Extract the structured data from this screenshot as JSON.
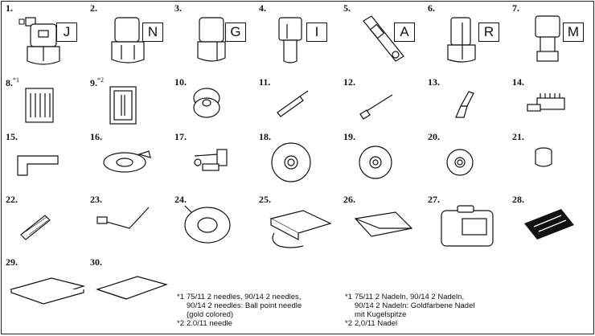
{
  "items": [
    {
      "num": "1.",
      "mark": "",
      "letter": "J",
      "icon": "zigzag-foot"
    },
    {
      "num": "2.",
      "mark": "",
      "letter": "N",
      "icon": "monogramming-foot"
    },
    {
      "num": "3.",
      "mark": "",
      "letter": "G",
      "icon": "overcasting-foot"
    },
    {
      "num": "4.",
      "mark": "",
      "letter": "I",
      "icon": "zipper-foot"
    },
    {
      "num": "5.",
      "mark": "",
      "letter": "A",
      "icon": "buttonhole-foot"
    },
    {
      "num": "6.",
      "mark": "",
      "letter": "R",
      "icon": "blind-stitch-foot"
    },
    {
      "num": "7.",
      "mark": "",
      "letter": "M",
      "icon": "button-sewing-foot"
    },
    {
      "num": "8.",
      "mark": "*1",
      "letter": "",
      "icon": "needle-set"
    },
    {
      "num": "9.",
      "mark": "*2",
      "letter": "",
      "icon": "twin-needle"
    },
    {
      "num": "10.",
      "mark": "",
      "letter": "",
      "icon": "bobbin"
    },
    {
      "num": "11.",
      "mark": "",
      "letter": "",
      "icon": "seam-ripper"
    },
    {
      "num": "12.",
      "mark": "",
      "letter": "",
      "icon": "cleaning-brush"
    },
    {
      "num": "13.",
      "mark": "",
      "letter": "",
      "icon": "eyelet-punch"
    },
    {
      "num": "14.",
      "mark": "",
      "letter": "",
      "icon": "screwdriver-brush"
    },
    {
      "num": "15.",
      "mark": "",
      "letter": "",
      "icon": "disc-screwdriver"
    },
    {
      "num": "16.",
      "mark": "",
      "letter": "",
      "icon": "spool-pin-felt"
    },
    {
      "num": "17.",
      "mark": "",
      "letter": "",
      "icon": "extra-spool-pin"
    },
    {
      "num": "18.",
      "mark": "",
      "letter": "",
      "icon": "large-spool-cap"
    },
    {
      "num": "19.",
      "mark": "",
      "letter": "",
      "icon": "medium-spool-cap"
    },
    {
      "num": "20.",
      "mark": "",
      "letter": "",
      "icon": "small-spool-cap"
    },
    {
      "num": "21.",
      "mark": "",
      "letter": "",
      "icon": "spool-insert"
    },
    {
      "num": "22.",
      "mark": "",
      "letter": "",
      "icon": "spool-net"
    },
    {
      "num": "23.",
      "mark": "",
      "letter": "",
      "icon": "quilting-guide"
    },
    {
      "num": "24.",
      "mark": "",
      "letter": "",
      "icon": "bobbin-case"
    },
    {
      "num": "25.",
      "mark": "",
      "letter": "",
      "icon": "foot-controller"
    },
    {
      "num": "26.",
      "mark": "",
      "letter": "",
      "icon": "accessory-bag"
    },
    {
      "num": "27.",
      "mark": "",
      "letter": "",
      "icon": "dust-cover"
    },
    {
      "num": "28.",
      "mark": "",
      "letter": "",
      "icon": "pattern-sheet"
    },
    {
      "num": "29.",
      "mark": "",
      "letter": "",
      "icon": "instruction-manual"
    },
    {
      "num": "30.",
      "mark": "",
      "letter": "",
      "icon": "quick-reference-guide"
    }
  ],
  "notes_en": [
    {
      "mark": "*1",
      "text": "75/11 2 needles, 90/14 2 needles,\n90/14 2 needles: Ball point needle\n(gold colored)"
    },
    {
      "mark": "*2",
      "text": "2.0/11 needle"
    }
  ],
  "notes_de": [
    {
      "mark": "*1",
      "text": "75/11 2 Nadeln, 90/14 2 Nadeln,\n90/14 2 Nadeln: Goldfarbene Nadel\nmit Kugelspitze"
    },
    {
      "mark": "*2",
      "text": "2,0/11 Nadel"
    }
  ]
}
